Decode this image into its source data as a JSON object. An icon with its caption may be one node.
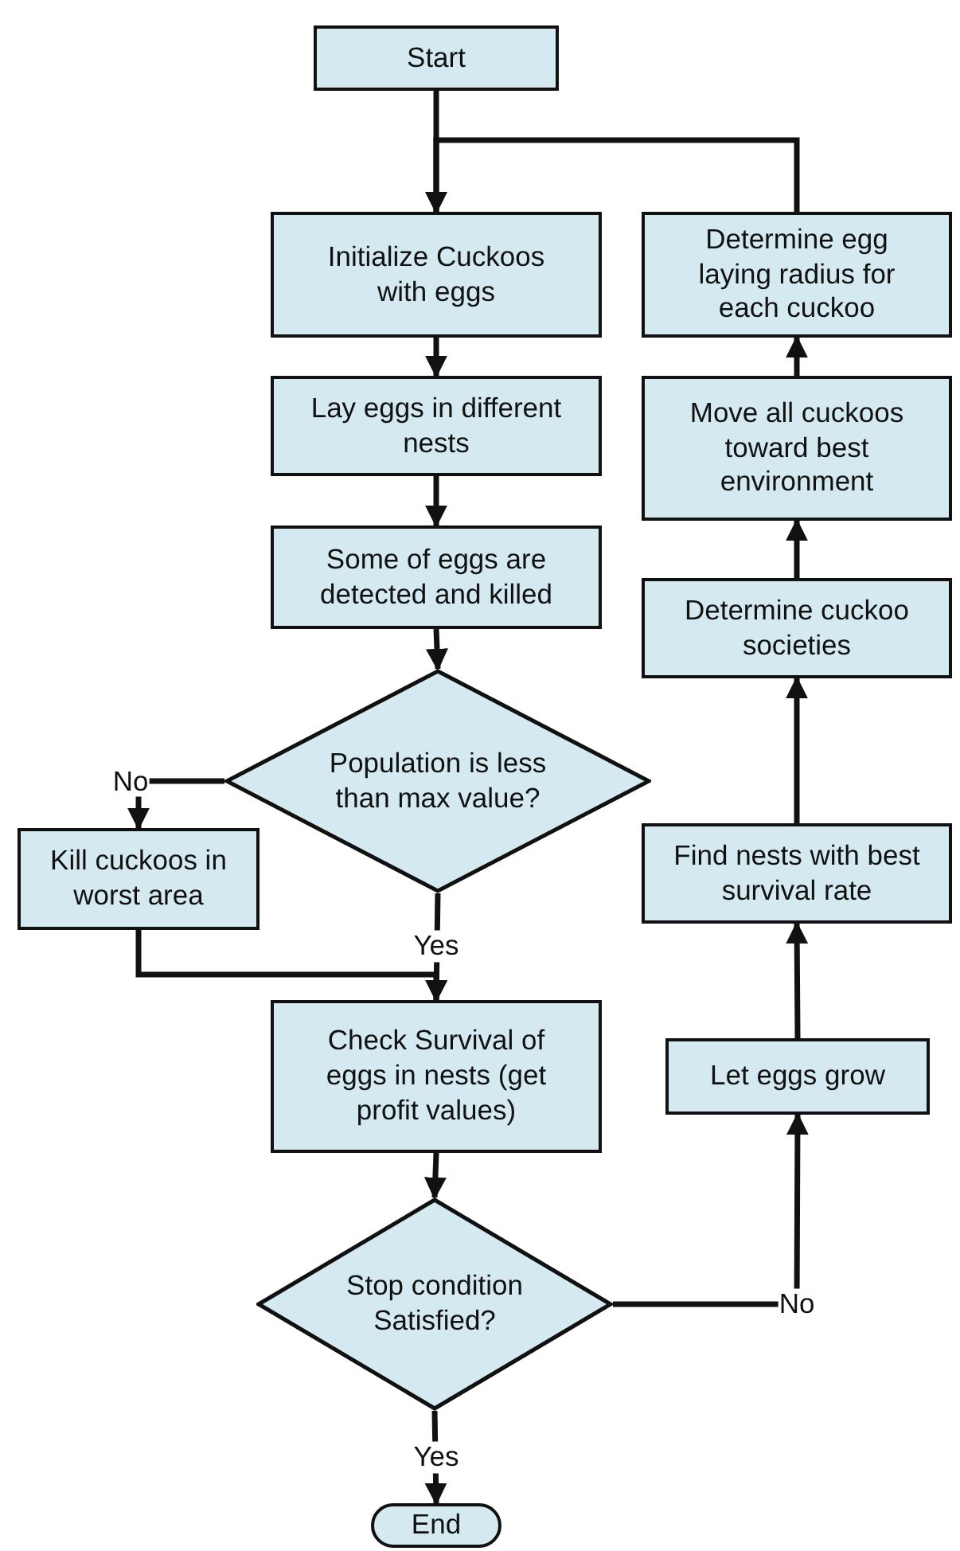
{
  "diagram": {
    "nodes": [
      {
        "text": [
          "Start"
        ]
      },
      {
        "text": [
          "Initialize Cuckoos with eggs"
        ]
      },
      {
        "text": [
          "Lay eggs in different nests"
        ]
      },
      {
        "text": [
          "Some of eggs are detected and killed"
        ]
      },
      {
        "text": [
          "Population is less than max value?"
        ]
      },
      {
        "text": [
          "Kill cuckoos in worst area"
        ]
      },
      {
        "text": [
          "Check Survival of eggs in nests (get profit values)"
        ]
      },
      {
        "text": [
          "Stop condition Satisfied?"
        ]
      },
      {
        "text": [
          "End"
        ]
      },
      {
        "text": [
          "Determine egg laying radius for each cuckoo"
        ]
      },
      {
        "text": [
          "Move all cuckoos toward best environment"
        ]
      },
      {
        "text": [
          "Determine cuckoo societies"
        ]
      },
      {
        "text": [
          "Find nests with best survival rate"
        ]
      },
      {
        "text": [
          "Let eggs grow"
        ]
      }
    ],
    "edges": [
      {
        "from": 0,
        "to": 1,
        "arrow": "to"
      },
      {
        "from": 1,
        "to": 2,
        "arrow": "to"
      },
      {
        "from": 2,
        "to": 3,
        "arrow": "to"
      },
      {
        "from": 3,
        "to": 4,
        "arrow": "to"
      },
      {
        "from": 4,
        "to": 5,
        "arrow": "to",
        "label": "No"
      },
      {
        "from": 4,
        "to": 6,
        "arrow": "to",
        "label": "Yes"
      },
      {
        "from": 5,
        "to": 6,
        "arrow": "to"
      },
      {
        "from": 6,
        "to": 7,
        "arrow": "to"
      },
      {
        "from": 7,
        "to": 8,
        "arrow": "to",
        "label": "Yes"
      },
      {
        "from": 7,
        "to": 13,
        "arrow": "to",
        "label": "No"
      },
      {
        "from": 13,
        "to": 12,
        "arrow": "to"
      },
      {
        "from": 12,
        "to": 11,
        "arrow": "to"
      },
      {
        "from": 11,
        "to": 10,
        "arrow": "to"
      },
      {
        "from": 10,
        "to": 9,
        "arrow": "to"
      },
      {
        "from": 9,
        "to": 1,
        "arrow": "to"
      }
    ]
  }
}
